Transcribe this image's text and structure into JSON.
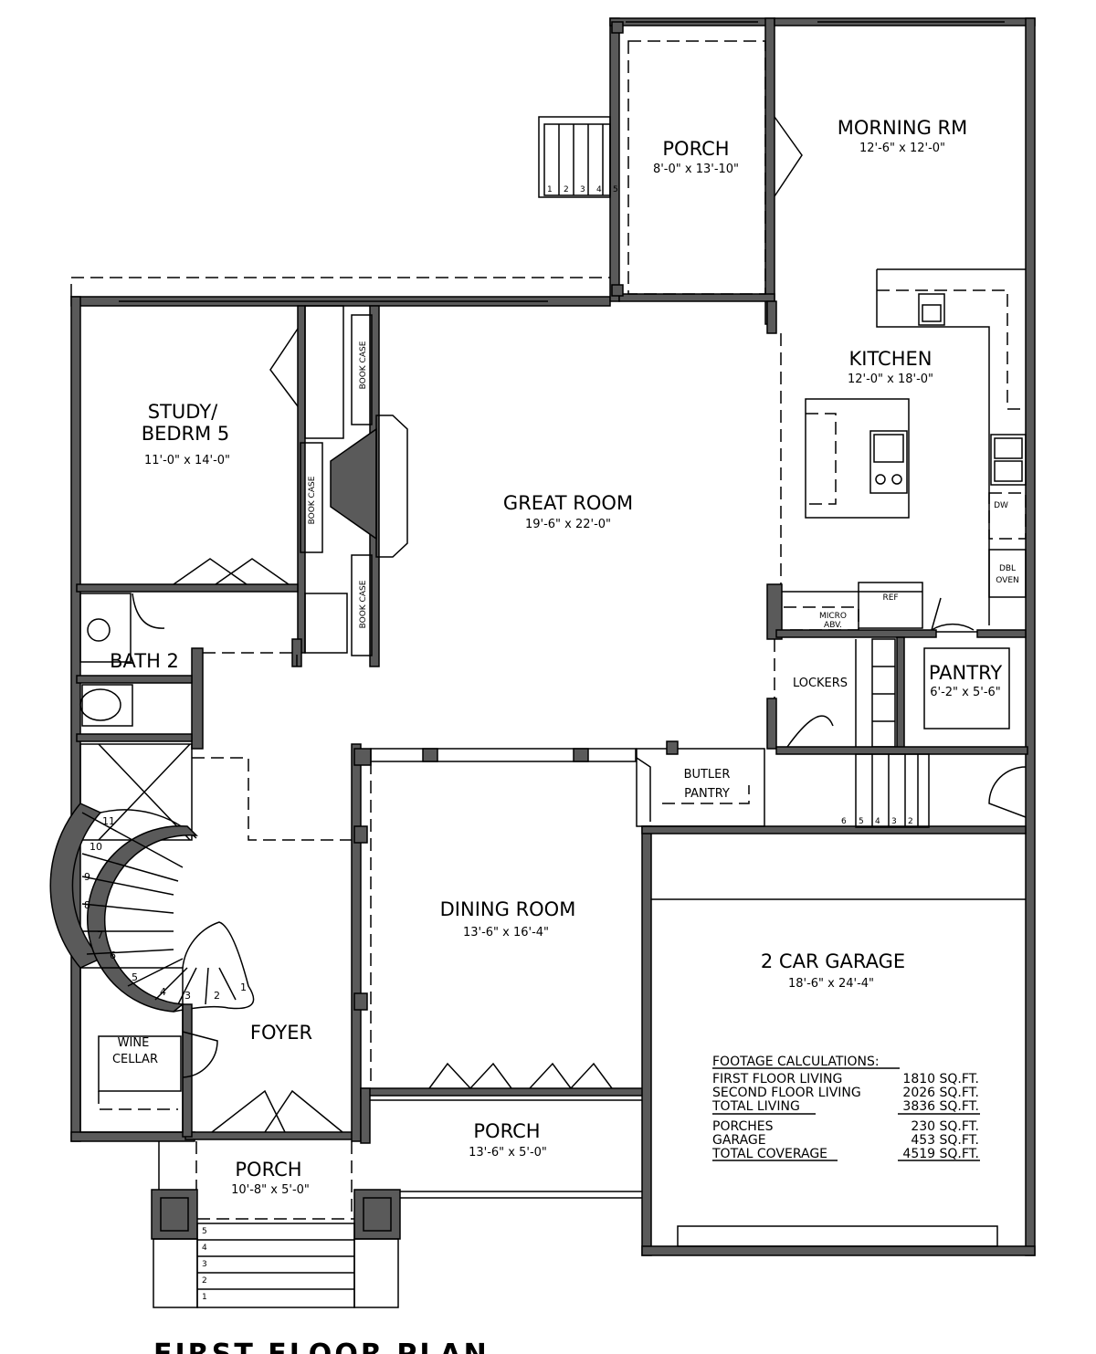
{
  "title": "FIRST FLOOR PLAN",
  "rooms": {
    "porch_rear": {
      "name": "PORCH",
      "dim": "8'-0\" x 13'-10\""
    },
    "morning": {
      "name": "MORNING RM",
      "dim": "12'-6\" x 12'-0\""
    },
    "kitchen": {
      "name": "KITCHEN",
      "dim": "12'-0\" x 18'-0\""
    },
    "study_1": "STUDY/",
    "study_2": "BEDRM 5",
    "study_dim": "11'-0\" x 14'-0\"",
    "great": {
      "name": "GREAT ROOM",
      "dim": "19'-6\" x 22'-0\""
    },
    "bath2": "BATH 2",
    "pantry": {
      "name": "PANTRY",
      "dim": "6'-2\" x 5'-6\""
    },
    "lockers": "LOCKERS",
    "butler_1": "BUTLER",
    "butler_2": "PANTRY",
    "dining": {
      "name": "DINING  ROOM",
      "dim": "13'-6\" x 16'-4\""
    },
    "garage": {
      "name": "2 CAR GARAGE",
      "dim": "18'-6\" x 24'-4\""
    },
    "foyer": "FOYER",
    "wine_1": "WINE",
    "wine_2": "CELLAR",
    "porch_side": {
      "name": "PORCH",
      "dim": "13'-6\" x 5'-0\""
    },
    "porch_front": {
      "name": "PORCH",
      "dim": "10'-8\" x 5'-0\""
    }
  },
  "fixtures": {
    "book_case": "BOOK CASE",
    "dw": "DW",
    "dbl_1": "DBL",
    "dbl_2": "OVEN",
    "ref": "REF",
    "micro_1": "MICRO",
    "micro_2": "ABV."
  },
  "stairs": {
    "rear_steps": [
      "1",
      "2",
      "3",
      "4",
      "5"
    ],
    "garage_steps": [
      "6",
      "5",
      "4",
      "3",
      "2"
    ],
    "front_steps": [
      "5",
      "4",
      "3",
      "2",
      "1"
    ],
    "spiral_steps": [
      "11",
      "10",
      "9",
      "8",
      "7",
      "6",
      "5",
      "4",
      "3",
      "2",
      "1"
    ]
  },
  "footage": {
    "heading": "FOOTAGE CALCULATIONS:",
    "rows": [
      {
        "label": "FIRST FLOOR LIVING",
        "value": "1810 SQ.FT."
      },
      {
        "label": "SECOND FLOOR LIVING",
        "value": "2026 SQ.FT."
      },
      {
        "label": "TOTAL LIVING",
        "value": "3836 SQ.FT."
      },
      {
        "label": "PORCHES",
        "value": "230 SQ.FT."
      },
      {
        "label": "GARAGE",
        "value": "453 SQ.FT."
      },
      {
        "label": "TOTAL COVERAGE",
        "value": "4519 SQ.FT."
      }
    ]
  }
}
